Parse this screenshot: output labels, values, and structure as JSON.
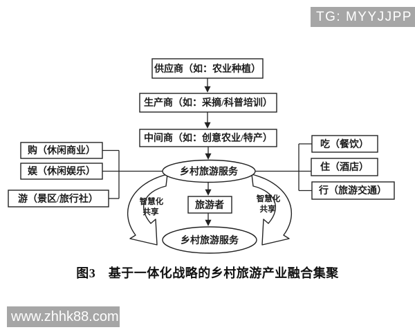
{
  "watermarks": {
    "top_right": "TG: MYYJJPP",
    "bottom_left": "www.zhhk88.com",
    "bg_color": "#a6a6a6",
    "text_color": "#ffffff"
  },
  "diagram": {
    "stroke_color": "#222222",
    "chain": [
      {
        "label": "供应商（如：农业种植）"
      },
      {
        "label": "生产商（如：采摘/科普培训）"
      },
      {
        "label": "中间商（如：创意农业/特产）"
      }
    ],
    "left_nodes": [
      {
        "label": "购（休闲商业）"
      },
      {
        "label": "娱（休闲娱乐）"
      },
      {
        "label": "游（景区/旅行社）"
      }
    ],
    "right_nodes": [
      {
        "label": "吃（餐饮）"
      },
      {
        "label": "住（酒店）"
      },
      {
        "label": "行（旅游交通）"
      }
    ],
    "hub_top": "乡村旅游服务",
    "tourist": "旅游者",
    "hub_bottom": "乡村旅游服务",
    "smart_share": {
      "line1": "智慧化",
      "line2": "共享"
    },
    "caption": "图3　基于一体化战略的乡村旅游产业融合集聚"
  }
}
